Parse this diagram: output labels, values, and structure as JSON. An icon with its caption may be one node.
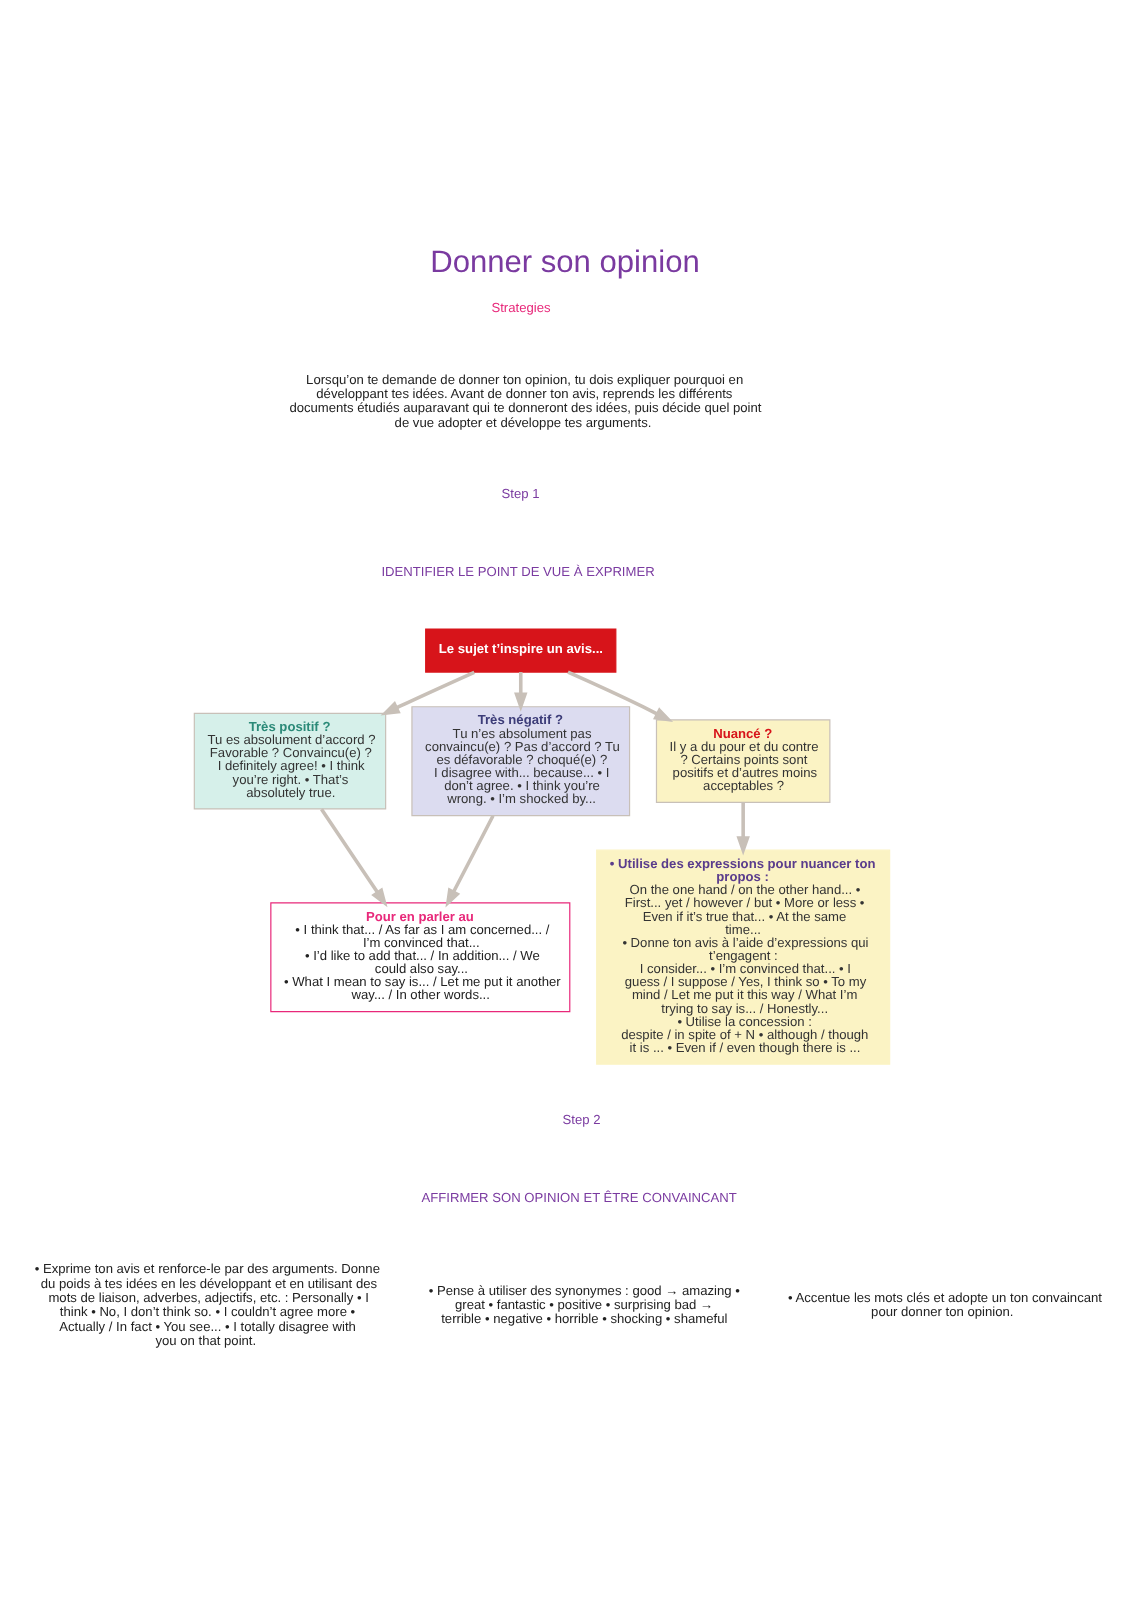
{
  "diagram": {
    "title": "Donner son opinion",
    "nodes": [
      {
        "text": [
          "Le sujet t’inspire un avis..."
        ]
      },
      {
        "text": [
          "Très positif ?",
          "Tu es absolument d’accord ? Favorable ? Convaincu(e) ?",
          "I definitely agree! • I think you’re right. • That’s absolutely true."
        ]
      },
      {
        "text": [
          "Très négatif ?",
          "Tu n’es absolument pas convaincu(e) ? Pas d’accord ? Tu es défavorable ? choqué(e) ?",
          "I disagree with... because... • I don’t agree. • I think you’re wrong. • I’m shocked by..."
        ]
      },
      {
        "text": [
          "Nuancé ?",
          "Il y a du pour et du contre ? Certains points sont positifs et d’autres moins acceptables ?"
        ]
      },
      {
        "text": [
          "Pour en parler au",
          "• I think that... / As far as I am concerned... / I’m convinced that...",
          "• I’d like to add that... / In addition... / We could also say...",
          "• What I mean to say is... / Let me put it another way... / In other words..."
        ]
      },
      {
        "text": [
          "• Utilise des expressions pour nuancer ton propos :",
          "On the one hand / on the other hand... • First... yet / however / but • More or less • Even if it’s true that... • At the same time...",
          "• Donne ton avis à l’aide d’expressions qui t’engagent :",
          "I consider... • I’m convinced that... • I guess / I suppose / Yes, I think so • To my mind / Let me put it this way / What I’m trying to say is... / Honestly...",
          "• Utilise la concession :",
          "despite / in spite of + N • although / though it is ... • Even if / even though there is ..."
        ]
      }
    ],
    "edges": [
      {
        "from": 0,
        "to": 1,
        "arrow": "to"
      },
      {
        "from": 0,
        "to": 2,
        "arrow": "to"
      },
      {
        "from": 0,
        "to": 3,
        "arrow": "to"
      },
      {
        "from": 1,
        "to": 4,
        "arrow": "to"
      },
      {
        "from": 2,
        "to": 4,
        "arrow": "to"
      },
      {
        "from": 3,
        "to": 5,
        "arrow": "to"
      }
    ],
    "labels": [
      "Strategies",
      "Lorsqu’on te demande de donner ton opinion, tu dois expliquer pourquoi en développant tes idées. Avant de donner ton avis, reprends les différents documents étudiés auparavant qui te donneront des idées, puis décide quel point de vue adopter et développe tes arguments.",
      "Step 1",
      "IDENTIFIER LE POINT DE VUE À EXPRIMER",
      "Step 2",
      "AFFIRMER SON OPINION ET ÊTRE CONVAINCANT",
      "• Exprime ton avis et renforce-le par des arguments. Donne du poids à tes idées en les développant et en utilisant des mots de liaison, adverbes, adjectifs, etc. : Personally • I think • No, I don’t think so. • I couldn’t agree more • Actually / In fact • You see... • I totally disagree with you on that point.",
      "• Pense à utiliser des synonymes : good → amazing • great • fantastic • positive • surprising bad → terrible • negative • horrible • shocking • shameful",
      "• Accentue les mots clés et adopte un ton convaincant pour donner ton opinion."
    ]
  }
}
